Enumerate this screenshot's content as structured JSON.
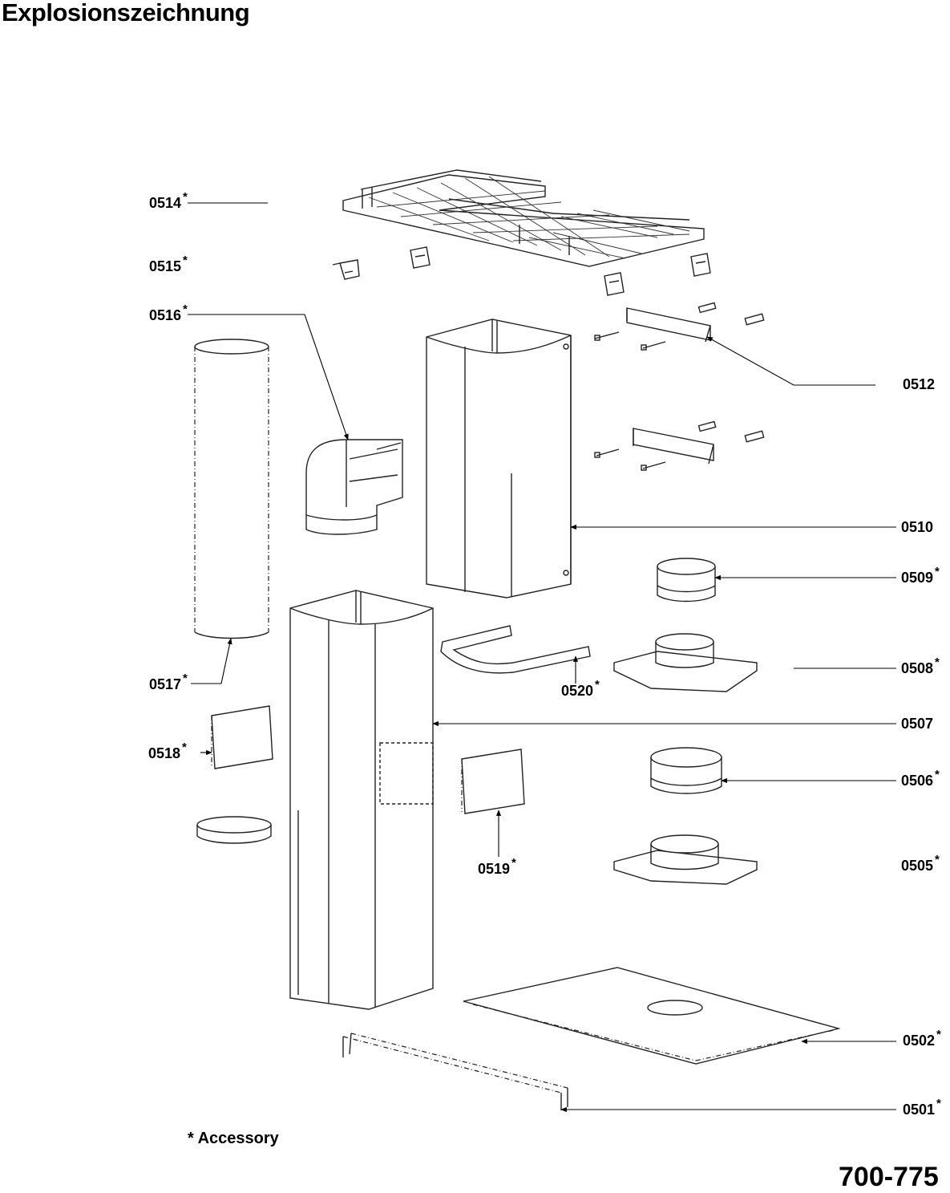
{
  "title": "Explosionszeichnung",
  "labels": {
    "p0514": "0514",
    "p0515": "0515",
    "p0516": "0516",
    "p0517": "0517",
    "p0518": "0518",
    "p0519": "0519",
    "p0520": "0520",
    "p0512": "0512",
    "p0510": "0510",
    "p0509": "0509",
    "p0508": "0508",
    "p0507": "0507",
    "p0506": "0506",
    "p0505": "0505",
    "p0502": "0502",
    "p0501": "0501"
  },
  "accessory_mark": "*",
  "accessory_note": "* Accessory",
  "document_number": "700-775"
}
